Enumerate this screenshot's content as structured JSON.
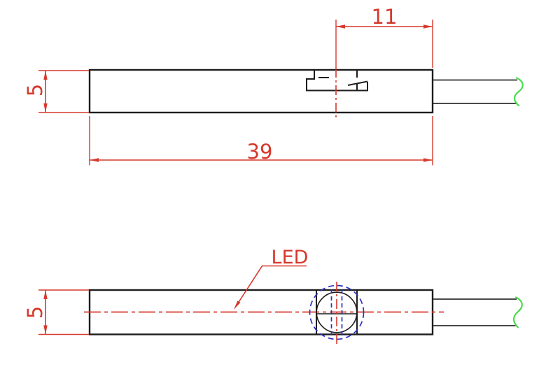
{
  "drawing": {
    "kind": "sensor outline technical drawing, two orthographic views",
    "top_view": {
      "dim_slot_center_to_end": "11",
      "dim_body_height": "5",
      "dim_body_length": "39"
    },
    "bottom_view": {
      "dim_body_height": "5",
      "led_label": "LED"
    }
  },
  "colors": {
    "line_red": "#d6382c",
    "line_black": "#1d1d1d",
    "cable_gray": "#2f2f2f",
    "break_green": "#4bdc4e",
    "phantom_blue": "#2c31c3",
    "background": "#ffffff"
  }
}
